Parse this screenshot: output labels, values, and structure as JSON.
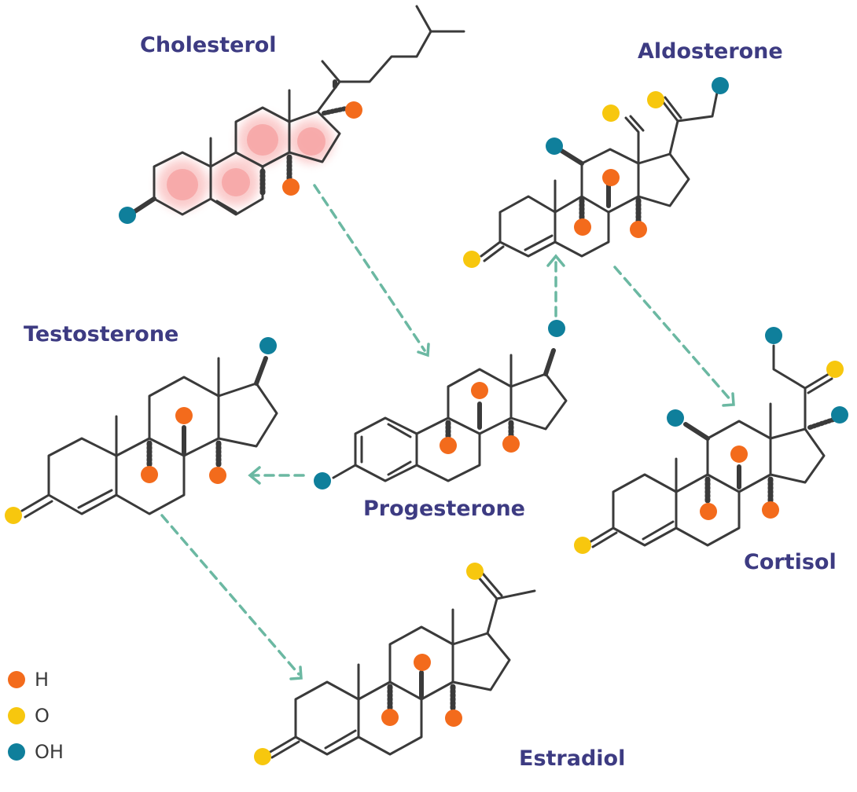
{
  "colors": {
    "bond": "#3a3a3a",
    "arrow": "#6bb8a2",
    "title": "#3d3b82",
    "highlight": "#f26d6d",
    "hydrogen": "#f36b1c",
    "oxygen": "#f7c70e",
    "hydroxyl": "#0f7f9b"
  },
  "molecules": {
    "cholesterol": {
      "name": "Cholesterol"
    },
    "aldosterone": {
      "name": "Aldosterone"
    },
    "testosterone": {
      "name": "Testosterone"
    },
    "progesterone": {
      "name": "Progesterone"
    },
    "cortisol": {
      "name": "Cortisol"
    },
    "estradiol": {
      "name": "Estradiol"
    }
  },
  "legend": [
    {
      "label": "H",
      "color": "#f36b1c",
      "icon": "hydrogen-dot-icon"
    },
    {
      "label": "O",
      "color": "#f7c70e",
      "icon": "oxygen-dot-icon"
    },
    {
      "label": "OH",
      "color": "#0f7f9b",
      "icon": "hydroxyl-dot-icon"
    }
  ],
  "pathway": [
    {
      "from": "Cholesterol",
      "to": "Progesterone"
    },
    {
      "from": "Progesterone",
      "to": "Aldosterone"
    },
    {
      "from": "Aldosterone",
      "to": "Cortisol"
    },
    {
      "from": "Progesterone",
      "to": "Testosterone"
    },
    {
      "from": "Testosterone",
      "to": "Estradiol"
    }
  ]
}
